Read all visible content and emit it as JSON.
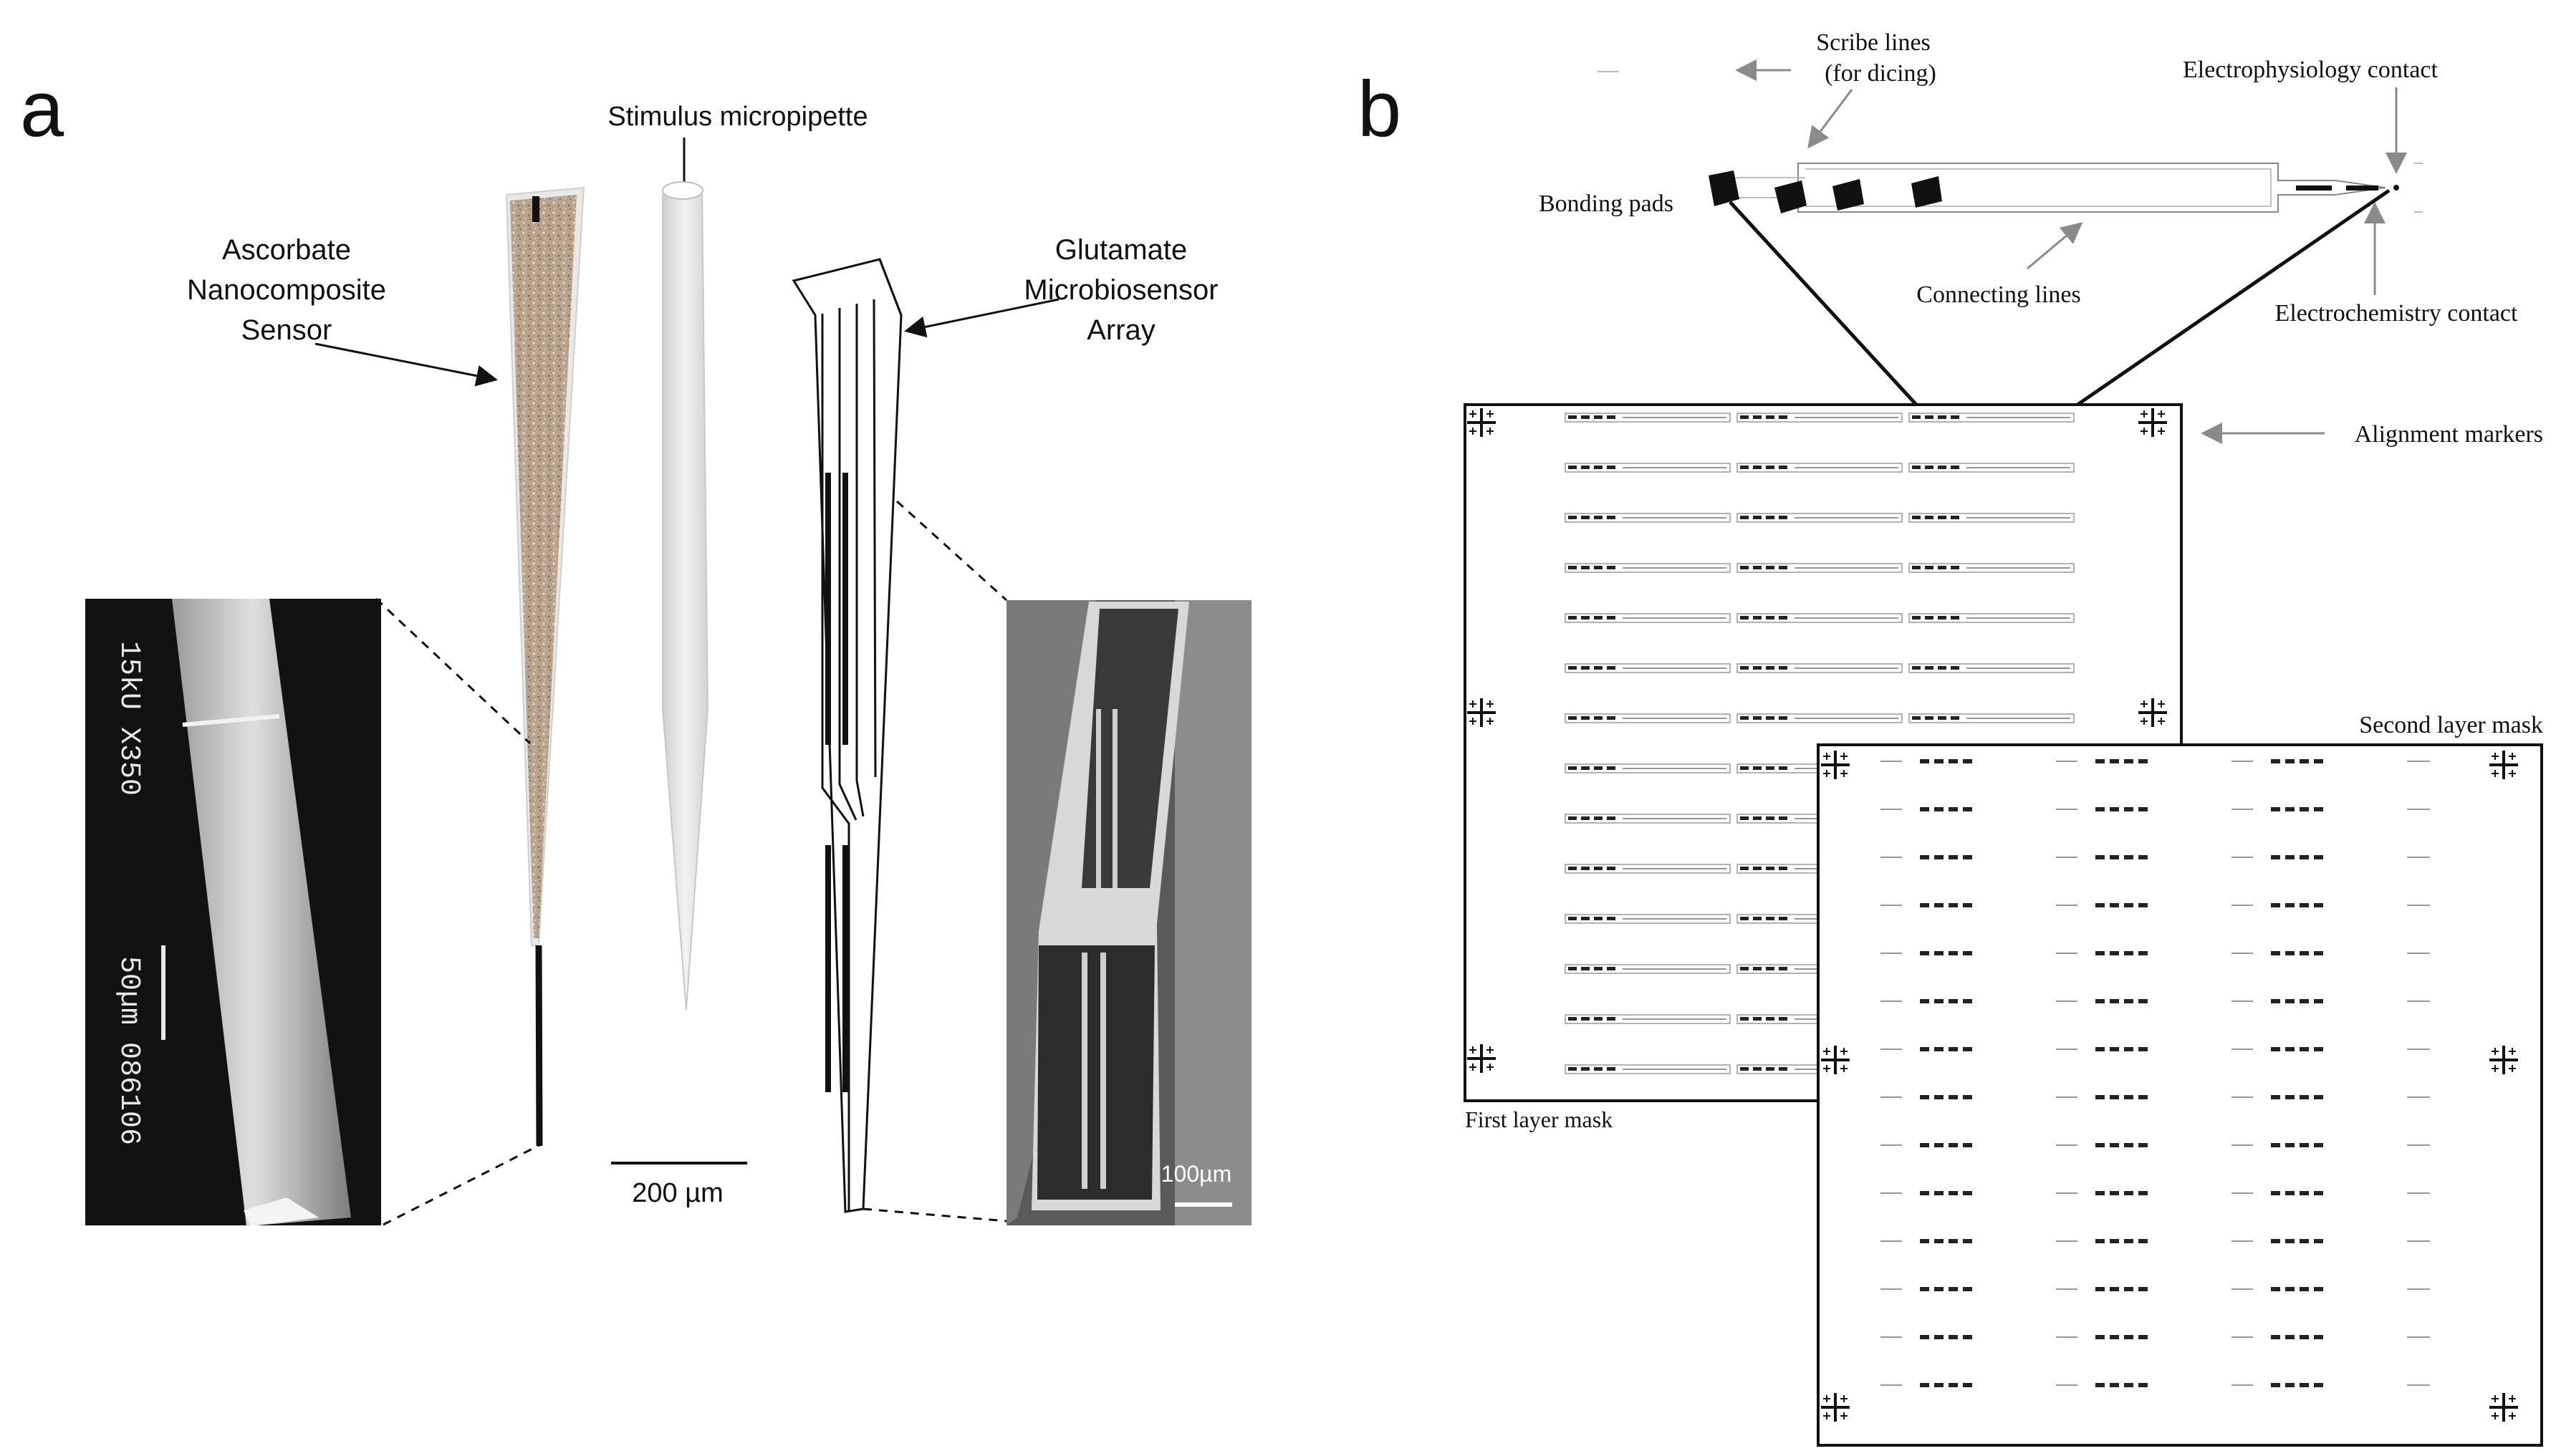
{
  "panel_a": {
    "letter": "a",
    "stimulus_label": "Stimulus micropipette",
    "ascorbate_label": [
      "Ascorbate",
      "Nanocomposite",
      "Sensor"
    ],
    "glutamate_label": [
      "Glutamate",
      "Microbiosensor",
      "Array"
    ],
    "scale_bar_label": "200 µm",
    "sem_left": {
      "line1": "15kU X350",
      "line2": "50µm 086106"
    },
    "sem_right_scale": "100µm"
  },
  "panel_b": {
    "letter": "b",
    "scribe_label": [
      "Scribe lines",
      "(for dicing)"
    ],
    "electrophys_label": "Electrophysiology contact",
    "bonding_label": "Bonding pads",
    "connecting_label": "Connecting lines",
    "electrochem_label": "Electrochemistry contact",
    "alignment_label": "Alignment markers",
    "second_mask_label": "Second layer mask",
    "first_mask_label": "First layer mask"
  },
  "colors": {
    "ink": "#111111",
    "sensor_fill": "#b8a48d",
    "sem_background": "#121212",
    "arrow_gray": "#8a8a8a"
  }
}
